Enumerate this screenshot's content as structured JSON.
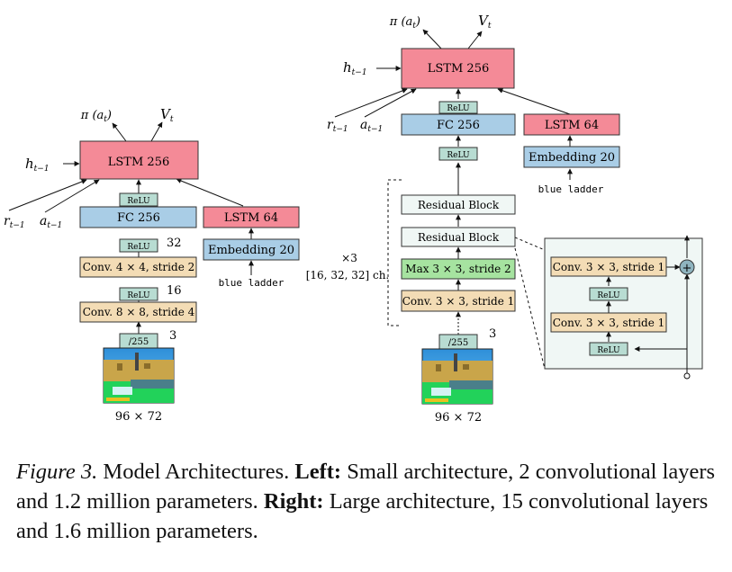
{
  "left": {
    "lstm": "LSTM 256",
    "pi": "π (a",
    "pi_sub": "t",
    "pi_close": ")",
    "v": "V",
    "v_sub": "t",
    "h": "h",
    "h_sub": "t−1",
    "r": "r",
    "r_sub": "t−1",
    "a": "a",
    "a_sub": "t−1",
    "relu": "ReLU",
    "fc": "FC 256",
    "lstm64": "LSTM 64",
    "embedding": "Embedding 20",
    "instruction": "blue ladder",
    "conv2": "Conv. 4 × 4, stride 2",
    "conv1": "Conv. 8 × 8, stride 4",
    "ch32": "32",
    "ch16": "16",
    "ch3": "3",
    "norm": "/255",
    "input_size": "96 × 72"
  },
  "right": {
    "lstm": "LSTM 256",
    "pi": "π (a",
    "pi_sub": "t",
    "pi_close": ")",
    "v": "V",
    "v_sub": "t",
    "h": "h",
    "h_sub": "t−1",
    "r": "r",
    "r_sub": "t−1",
    "a": "a",
    "a_sub": "t−1",
    "relu": "ReLU",
    "fc": "FC 256",
    "lstm64": "LSTM 64",
    "embedding": "Embedding 20",
    "instruction": "blue ladder",
    "res_block": "Residual Block",
    "maxpool": "Max 3 × 3, stride 2",
    "conv": "Conv. 3 × 3, stride 1",
    "repeat": "×3",
    "channels": "[16, 32, 32] ch.",
    "ch3": "3",
    "norm": "/255",
    "input_size": "96 × 72"
  },
  "residual": {
    "conv": "Conv. 3 × 3, stride 1",
    "relu": "ReLU",
    "plus": "+"
  },
  "caption": {
    "label": "Figure 3.",
    "text1": " Model Architectures. ",
    "left_label": "Left:",
    "text2": " Small architecture, 2 convolutional layers and 1.2 million parameters. ",
    "right_label": "Right:",
    "text3": " Large architecture, 15 convolutional layers and 1.6 million parameters."
  },
  "colors": {
    "lstm": "#f48a97",
    "fc": "#a9cde6",
    "relu": "#b8dcd2",
    "conv": "#f3dcb5",
    "maxpool": "#a6e3a0",
    "residual": "#f0f7f5",
    "panel": "#f0f7f5"
  }
}
